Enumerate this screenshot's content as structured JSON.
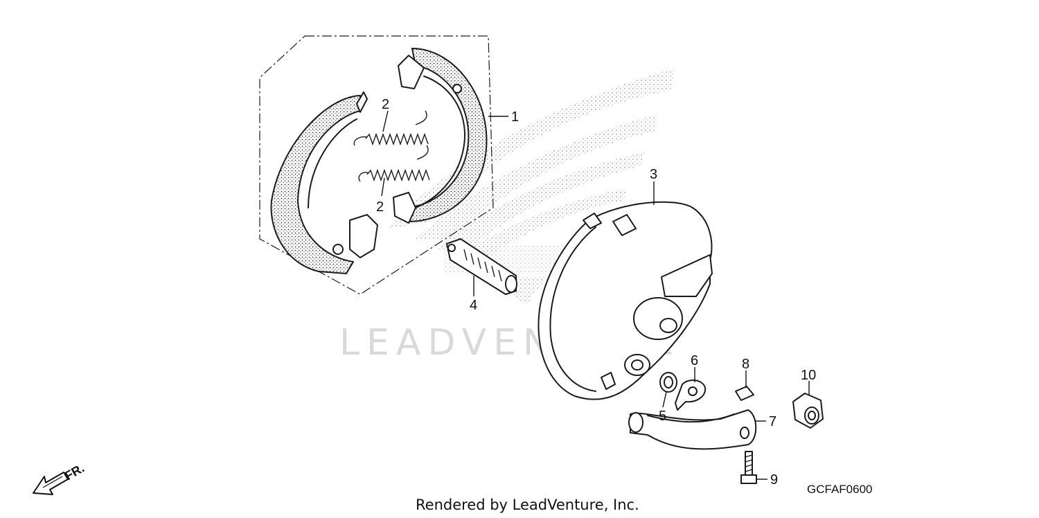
{
  "watermark": {
    "text": "LEADVENTURE"
  },
  "footer": {
    "credit": "Rendered by LeadVenture, Inc."
  },
  "diagram_code": "GCFAF0600",
  "direction_label": "FR.",
  "callouts": {
    "c1": "1",
    "c2a": "2",
    "c2b": "2",
    "c3": "3",
    "c4": "4",
    "c5": "5",
    "c6": "6",
    "c7": "7",
    "c8": "8",
    "c9": "9",
    "c10": "10"
  },
  "colors": {
    "line": "#1a1a1a",
    "watermark": "#d9d9d9",
    "background": "#ffffff"
  }
}
